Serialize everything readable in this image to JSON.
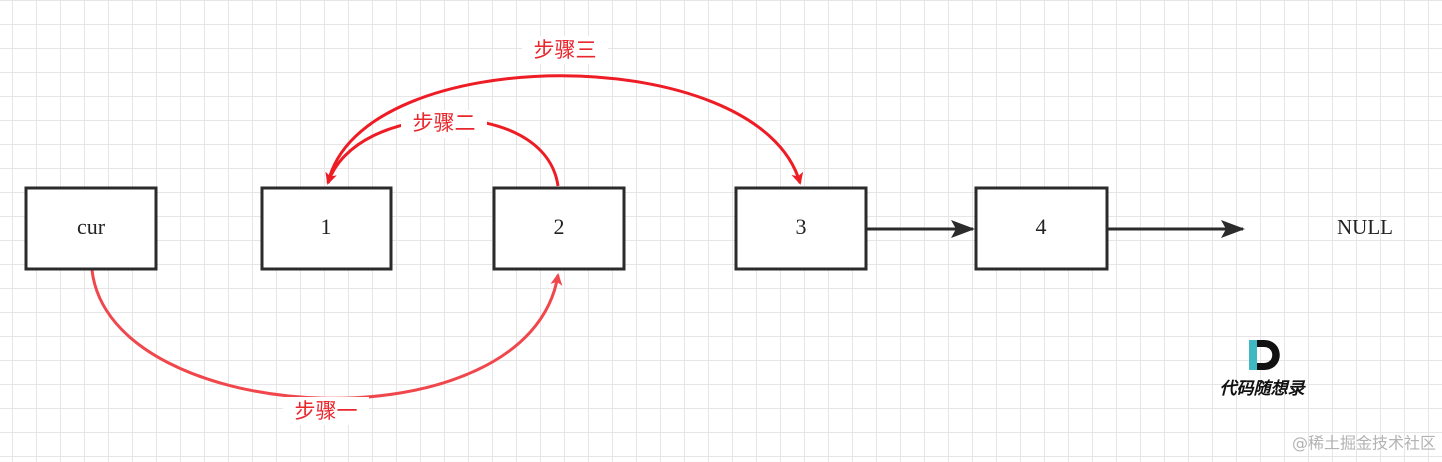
{
  "nodes": [
    {
      "id": "cur",
      "label": "cur"
    },
    {
      "id": "n1",
      "label": "1"
    },
    {
      "id": "n2",
      "label": "2"
    },
    {
      "id": "n3",
      "label": "3"
    },
    {
      "id": "n4",
      "label": "4"
    }
  ],
  "null_label": "NULL",
  "steps": {
    "one": "步骤一",
    "two": "步骤二",
    "three": "步骤三"
  },
  "logo": {
    "letter": "D",
    "name": "代码随想录"
  },
  "watermark": "@稀土掘金技术社区",
  "colors": {
    "arrow_red": "#ee1c24",
    "step_text": "#e8262c",
    "node_stroke": "#2b2b2b",
    "grid": "#e6e6e6",
    "logo_teal": "#3fb8c4"
  }
}
